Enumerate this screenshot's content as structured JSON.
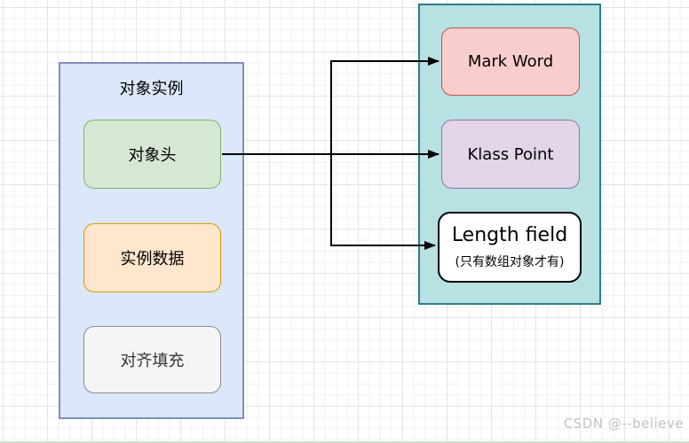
{
  "diagram": {
    "left_container": {
      "title": "对象实例",
      "fill": "#dbe7fa",
      "border": "#7e90ba",
      "items": [
        {
          "label": "对象头",
          "fill": "#d5e8d4",
          "border": "#82b366"
        },
        {
          "label": "实例数据",
          "fill": "#ffe6cc",
          "border": "#d79b00"
        },
        {
          "label": "对齐填充",
          "fill": "#f5f5f5",
          "border": "#8a8a8a"
        }
      ]
    },
    "right_container": {
      "fill": "#b7e1e3",
      "border": "#2d7d85",
      "items": [
        {
          "label": "Mark Word",
          "fill": "#f8cecc",
          "border": "#b85450"
        },
        {
          "label": "Klass Point",
          "fill": "#e1d5e7",
          "border": "#9673a6"
        },
        {
          "label": "Length field",
          "sublabel": "(只有数组对象才有)",
          "fill": "#ffffff",
          "border": "#000000"
        }
      ]
    },
    "arrows": {
      "color": "#000000",
      "from": "对象头",
      "targets": [
        "Mark Word",
        "Klass Point",
        "Length field"
      ]
    },
    "watermark": "CSDN @--believe"
  }
}
